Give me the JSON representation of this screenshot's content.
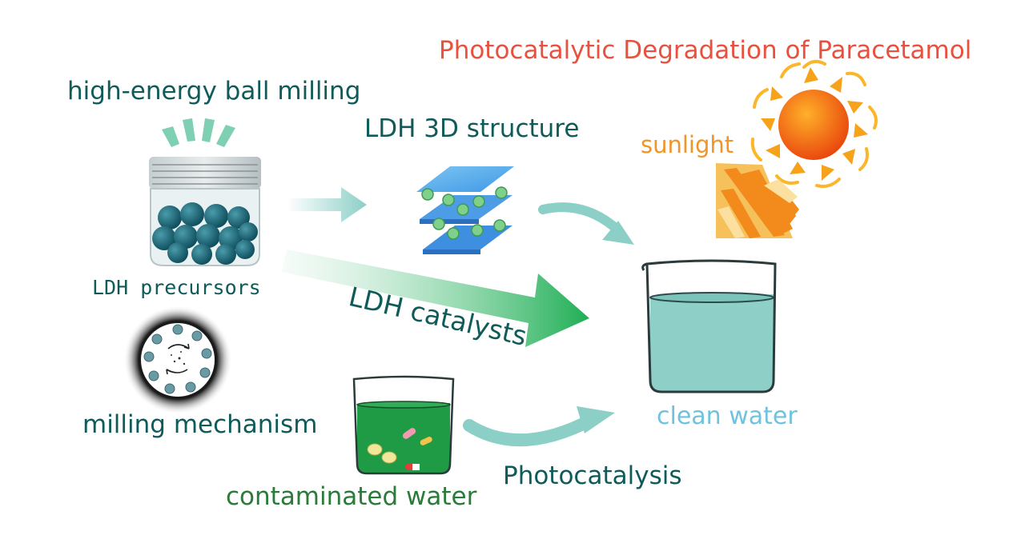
{
  "title": "Photocatalytic Degradation of Paracetamol",
  "labels": {
    "ball_milling": "high-energy ball milling",
    "ldh_3d_structure": "LDH 3D structure",
    "sunlight": "sunlight",
    "ldh_precursors": "LDH precursors",
    "ldh_catalysts": "LDH catalysts",
    "milling_mechanism": "milling mechanism",
    "clean_water": "clean water",
    "photocatalysis": "Photocatalysis",
    "contaminated_water": "contaminated water"
  },
  "colors": {
    "title": "#e8503f",
    "label_dark_teal": "#0f5b59",
    "clean_water_label": "#6fc3dc",
    "sunlight_label": "#f0952a",
    "contaminated_label": "#2a7b3a",
    "arrow_teal": "#8ccfc7",
    "arrow_green": "#1fae55",
    "clean_water_fill": "#8ecfc8",
    "contaminated_water_fill": "#1f9a45",
    "ldh_layer_blue": "#3f8fe0",
    "sun_orange": "#f47a16"
  },
  "icons": [
    "jar-icon",
    "balls-icon",
    "ldh-layers-icon",
    "sun-icon",
    "sun-rays-icon",
    "beaker-icon",
    "pills-icon",
    "milling-disc-icon"
  ]
}
